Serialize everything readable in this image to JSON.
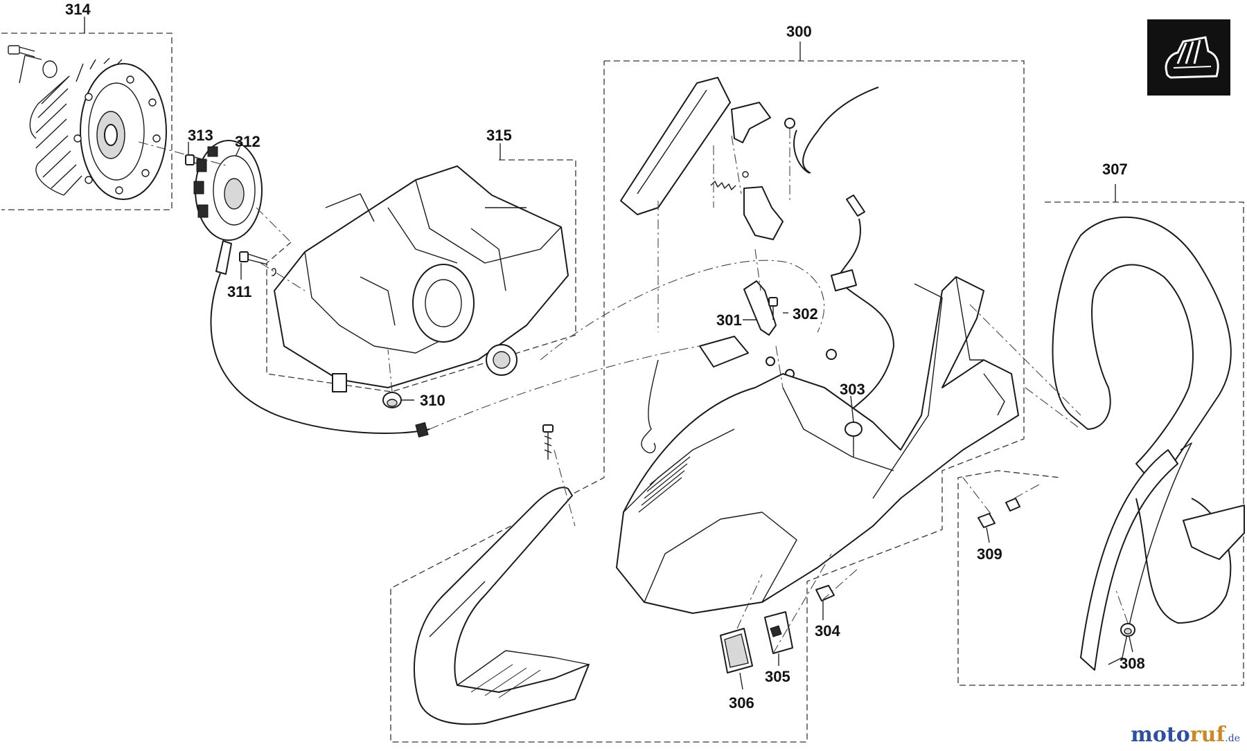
{
  "diagram": {
    "type": "exploded-parts-diagram",
    "labels": {
      "p300": "300",
      "p301": "301",
      "p302": "302",
      "p303": "303",
      "p304": "304",
      "p305": "305",
      "p306": "306",
      "p307": "307",
      "p308": "308",
      "p309": "309",
      "p310": "310",
      "p311": "311",
      "p312": "312",
      "p313": "313",
      "p314": "314",
      "p315": "315"
    },
    "corner_icon": "safety-boot-icon"
  },
  "watermark": {
    "part1": "moto",
    "part2": "ruf",
    "suffix": ".de"
  },
  "colors": {
    "line": "#1a1a1a",
    "icon_bg": "#111111",
    "watermark_blue": "#2f4f9a",
    "watermark_orange": "#c8892a"
  }
}
